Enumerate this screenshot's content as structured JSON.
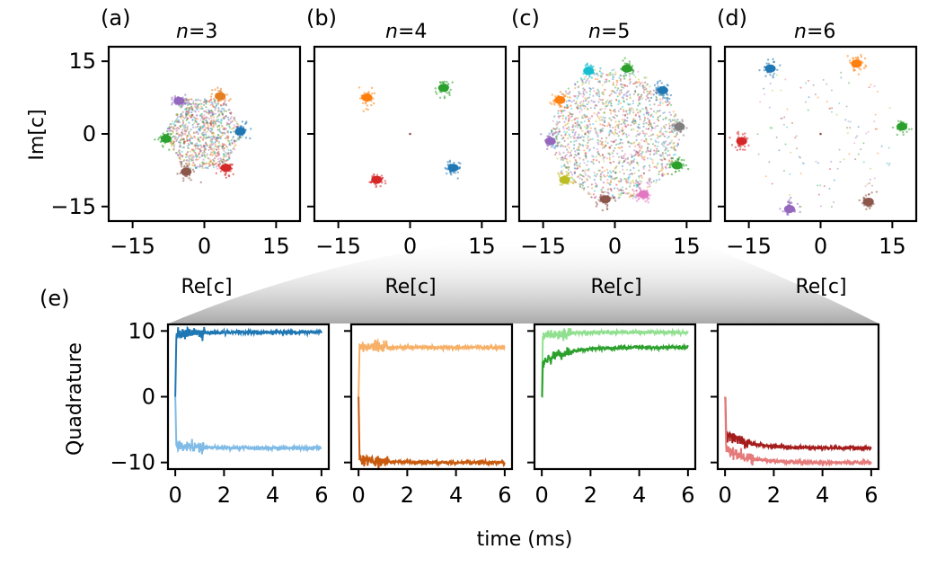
{
  "chart_data": [
    {
      "type": "scatter",
      "panel_label": "(a)",
      "title_n": "3",
      "xlabel": "Re[c]",
      "ylabel": "Im[c]",
      "xlim": [
        -20,
        20
      ],
      "ylim": [
        -18,
        18
      ],
      "xticks": [
        -15,
        0,
        15
      ],
      "yticks": [
        15,
        0,
        -15
      ],
      "xtick_labels": [
        "−15",
        "0",
        "15"
      ],
      "ytick_labels": [
        "15",
        "0",
        "−15"
      ],
      "cloud": {
        "shape": "hexagon",
        "center": [
          0,
          0
        ],
        "radius": 8.3,
        "points": 900
      },
      "clusters": [
        {
          "color": "#9467bd",
          "x": -5.3,
          "y": 6.8
        },
        {
          "color": "#e67e22",
          "x": 3.3,
          "y": 7.8
        },
        {
          "color": "#1f77b4",
          "x": 7.5,
          "y": 0.5
        },
        {
          "color": "#2ca02c",
          "x": -8.0,
          "y": -1.0
        },
        {
          "color": "#8c564b",
          "x": -3.8,
          "y": -7.8
        },
        {
          "color": "#d62728",
          "x": 4.5,
          "y": -7.0
        }
      ]
    },
    {
      "type": "scatter",
      "panel_label": "(b)",
      "title_n": "4",
      "xlabel": "Re[c]",
      "xlim": [
        -20,
        20
      ],
      "ylim": [
        -18,
        18
      ],
      "xticks": [
        -15,
        0,
        15
      ],
      "xtick_labels": [
        "−15",
        "0",
        "15"
      ],
      "clusters": [
        {
          "color": "#ff7f0e",
          "x": -9.0,
          "y": 7.5
        },
        {
          "color": "#2ca02c",
          "x": 7.0,
          "y": 9.5
        },
        {
          "color": "#d62728",
          "x": -7.0,
          "y": -9.5
        },
        {
          "color": "#1f77b4",
          "x": 9.0,
          "y": -7.0
        }
      ],
      "center_dot": {
        "x": 0,
        "y": 0
      }
    },
    {
      "type": "scatter",
      "panel_label": "(c)",
      "title_n": "5",
      "xlabel": "Re[c]",
      "xlim": [
        -20,
        20
      ],
      "ylim": [
        -18,
        18
      ],
      "xticks": [
        -15,
        0,
        15
      ],
      "xtick_labels": [
        "−15",
        "0",
        "15"
      ],
      "cloud": {
        "shape": "decagon",
        "center": [
          0,
          0
        ],
        "radius": 14,
        "points": 1400
      },
      "clusters": [
        {
          "color": "#17becf",
          "x": -5.5,
          "y": 13.0
        },
        {
          "color": "#2ca02c",
          "x": 2.5,
          "y": 13.5
        },
        {
          "color": "#1f77b4",
          "x": 10.0,
          "y": 9.0
        },
        {
          "color": "#7f7f7f",
          "x": 13.5,
          "y": 1.5
        },
        {
          "color": "#2ca02c",
          "x": 13.0,
          "y": -6.5
        },
        {
          "color": "#e377c2",
          "x": 6.0,
          "y": -12.5
        },
        {
          "color": "#8c564b",
          "x": -2.0,
          "y": -13.5
        },
        {
          "color": "#bcbd22",
          "x": -10.5,
          "y": -9.5
        },
        {
          "color": "#9467bd",
          "x": -13.5,
          "y": -1.5
        },
        {
          "color": "#ff7f0e",
          "x": -11.5,
          "y": 7.0
        }
      ]
    },
    {
      "type": "scatter",
      "panel_label": "(d)",
      "title_n": "6",
      "xlabel": "Re[c]",
      "xlim": [
        -20,
        20
      ],
      "ylim": [
        -18,
        18
      ],
      "xticks": [
        -15,
        0,
        15
      ],
      "xtick_labels": [
        "−15",
        "0",
        "15"
      ],
      "clusters": [
        {
          "color": "#1f77b4",
          "x": -10.5,
          "y": 13.5
        },
        {
          "color": "#ff7f0e",
          "x": 7.5,
          "y": 14.5
        },
        {
          "color": "#d62728",
          "x": -16.5,
          "y": -1.5
        },
        {
          "color": "#2ca02c",
          "x": 17.0,
          "y": 1.5
        },
        {
          "color": "#9467bd",
          "x": -6.5,
          "y": -15.5
        },
        {
          "color": "#8c564b",
          "x": 10.0,
          "y": -14.0
        }
      ],
      "sparse_points": 120,
      "center_dot": {
        "x": 0,
        "y": 0
      }
    },
    {
      "type": "line",
      "panel_label": "(e)",
      "xlabel": "time (ms)",
      "ylabel": "Quadrature",
      "xlim": [
        -0.3,
        6.3
      ],
      "ylim": [
        -11,
        11
      ],
      "xticks": [
        0,
        2,
        4,
        6
      ],
      "yticks": [
        10,
        0,
        -10
      ],
      "ytick_labels": [
        "10",
        "0",
        "−10"
      ],
      "subplots": [
        {
          "series": [
            {
              "color": "#1f77b4",
              "final": 9.8,
              "peak": 9.5
            },
            {
              "color": "#7fbbe6",
              "final": -7.8,
              "peak": -7.4
            }
          ]
        },
        {
          "series": [
            {
              "color": "#f7b067",
              "final": 7.5,
              "peak": 7.6
            },
            {
              "color": "#c85a0e",
              "final": -10.0,
              "peak": -9.5
            }
          ]
        },
        {
          "series": [
            {
              "color": "#90e090",
              "final": 9.8,
              "peak": 9.3
            },
            {
              "color": "#2ca02c",
              "final": 7.5,
              "peak": 5.0
            }
          ]
        },
        {
          "series": [
            {
              "color": "#a51c1c",
              "final": -7.8,
              "peak": -5.5
            },
            {
              "color": "#e57a7a",
              "final": -10.0,
              "peak": -8.0
            }
          ]
        }
      ]
    }
  ]
}
